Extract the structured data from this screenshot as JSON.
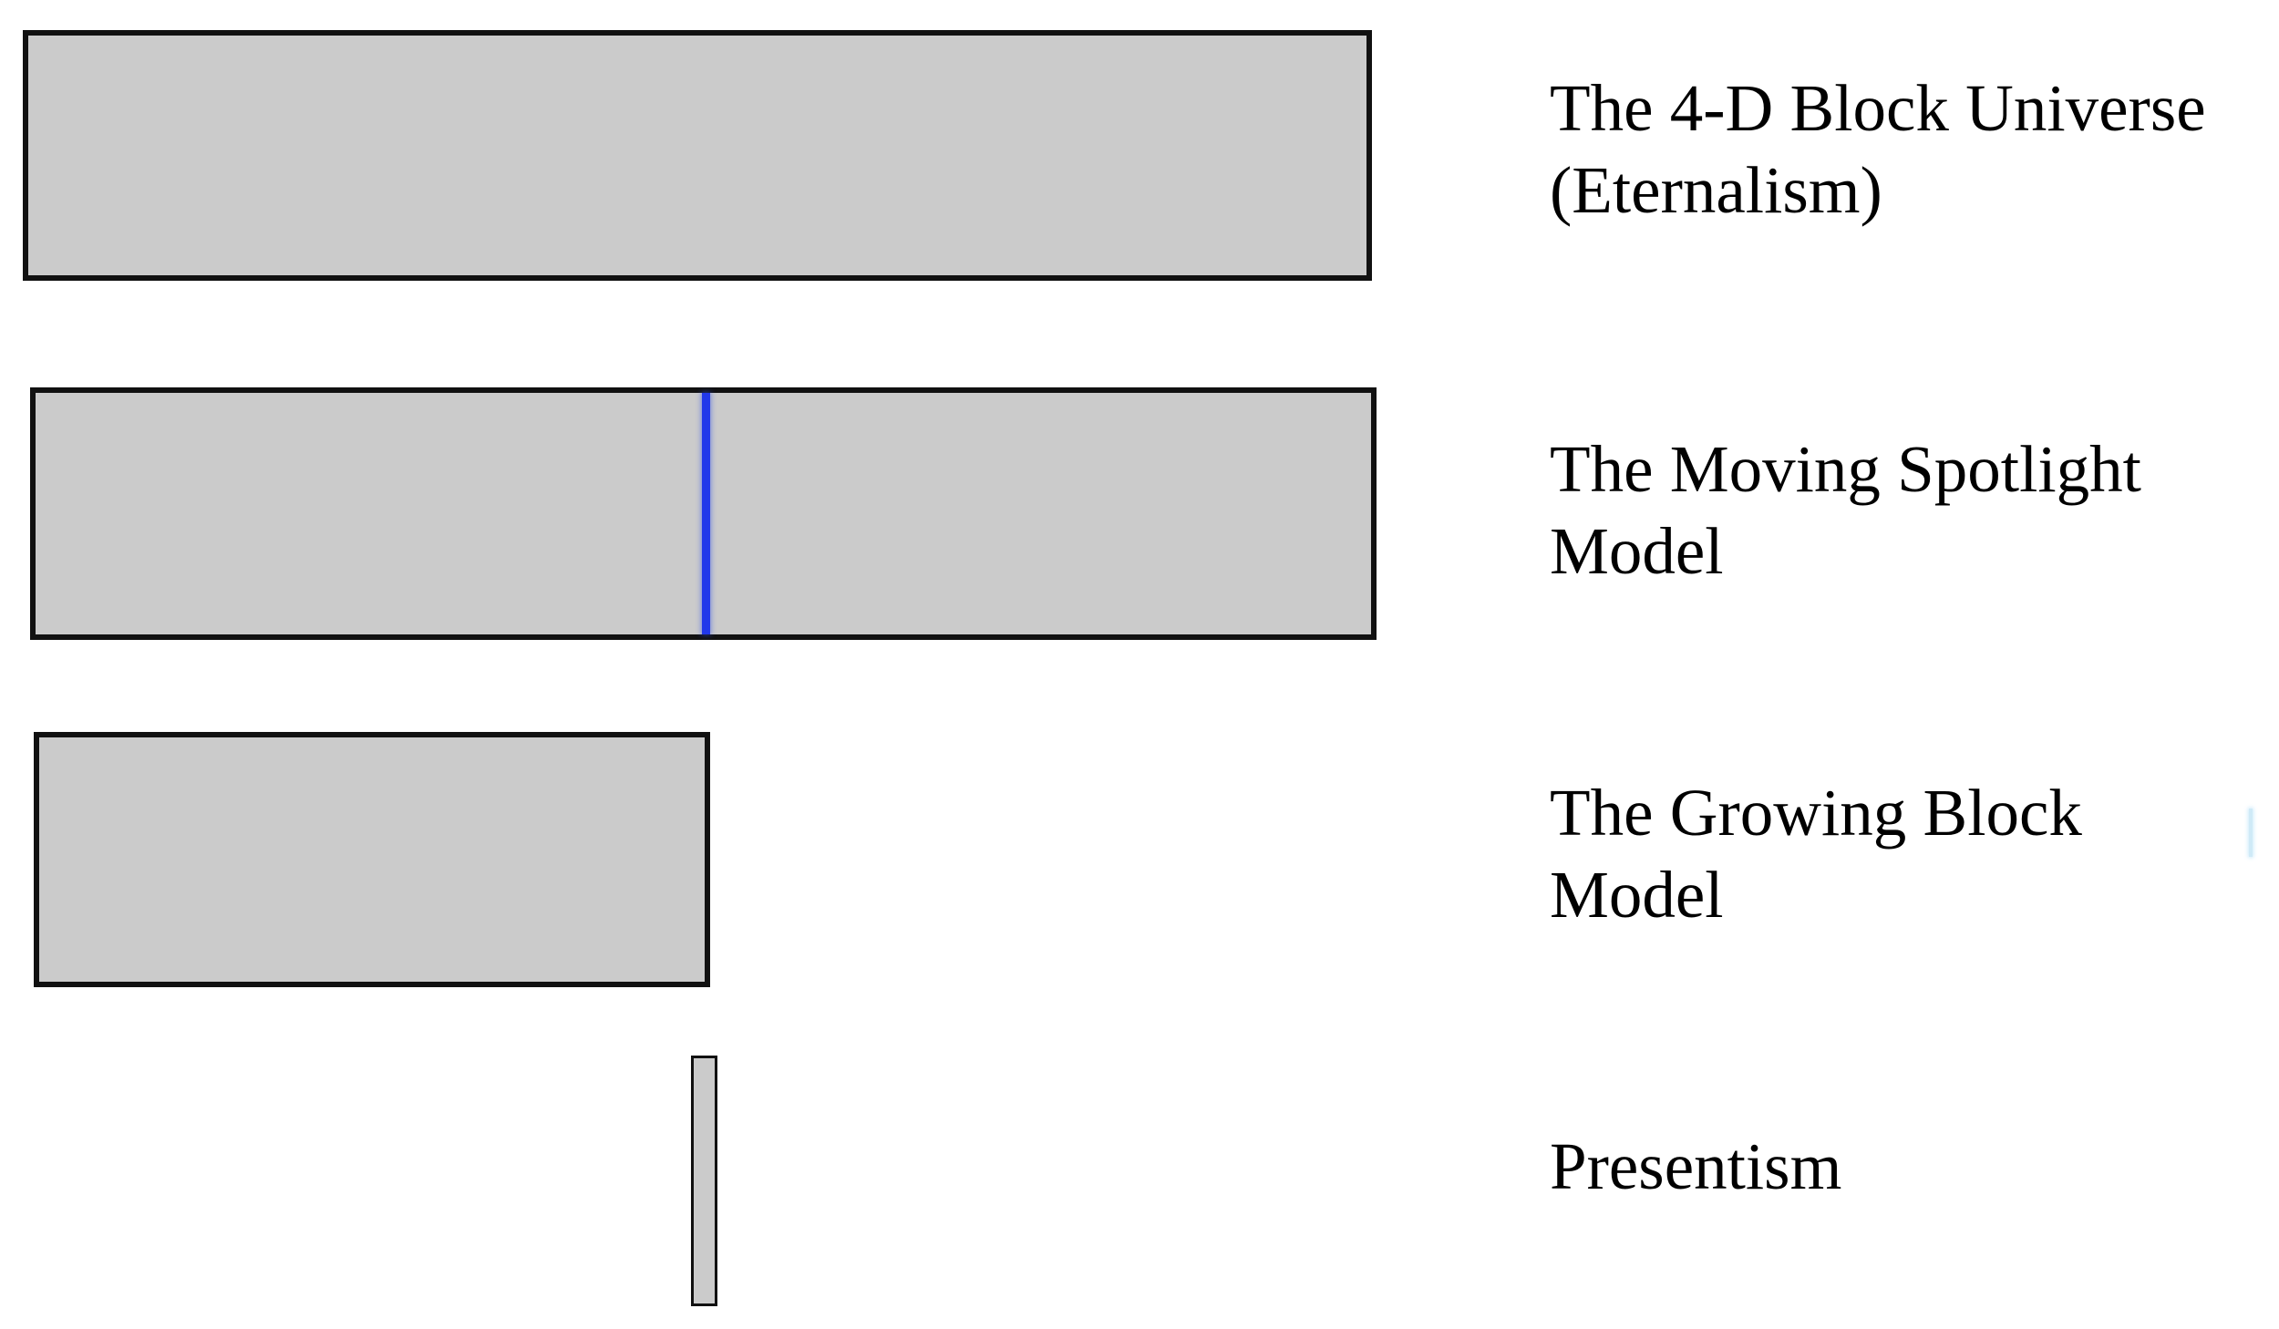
{
  "figure": {
    "description": "Diagram comparing four philosophical models of time, each shown as a gray block representing the extent of existing time",
    "colors": {
      "bar_fill": "#cbcbcb",
      "bar_border": "#111111",
      "present_line": "#2138ea",
      "edge_artifact": "#cfeaf7"
    }
  },
  "labels": {
    "eternalism": "The 4-D Block Universe\n(Eternalism)",
    "moving_spotlight": "The Moving Spotlight\nModel",
    "growing_block": "The Growing Block\nModel",
    "presentism": "Presentism"
  },
  "chart_data": {
    "type": "bar",
    "orientation": "horizontal",
    "categories": [
      "The 4-D Block Universe (Eternalism)",
      "The Moving Spotlight Model",
      "The Growing Block Model",
      "Presentism"
    ],
    "series": [
      {
        "name": "temporal extent as fraction of full timeline (percent, start to end)",
        "values": [
          [
            0,
            100
          ],
          [
            0,
            100
          ],
          [
            0,
            50
          ],
          [
            49,
            51
          ]
        ]
      }
    ],
    "annotations": [
      {
        "label": "present-moment line",
        "category": "The Moving Spotlight Model",
        "x_percent": 50,
        "color": "#2138ea"
      }
    ],
    "legend": "none",
    "grid": false,
    "axes": "none"
  }
}
